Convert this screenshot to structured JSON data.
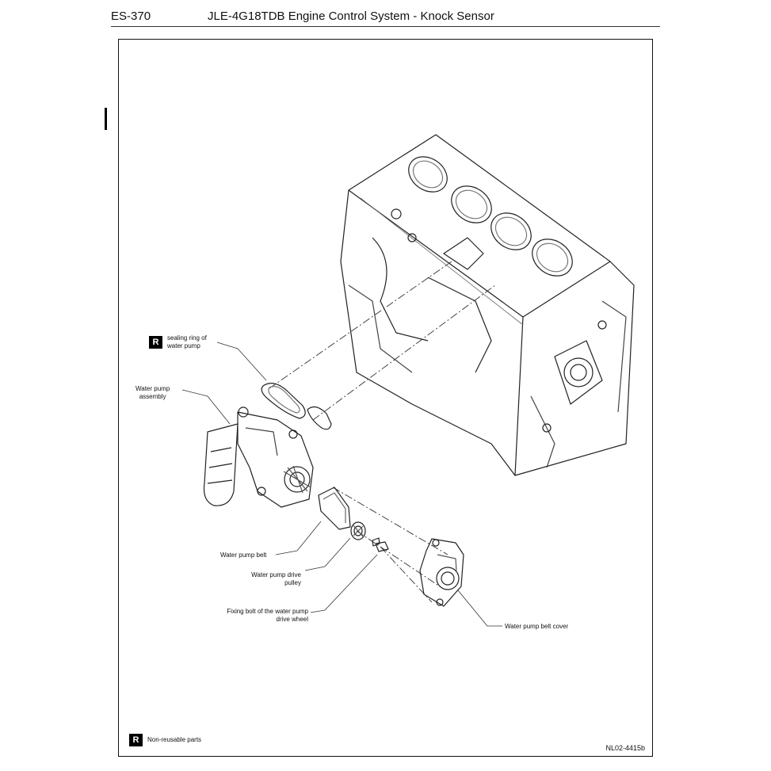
{
  "header": {
    "page_code": "ES-370",
    "title": "JLE-4G18TDB Engine Control System - Knock Sensor"
  },
  "figure": {
    "callouts": {
      "sealing_ring": "sealing ring of\nwater pump",
      "water_pump_assembly": "Water pump\nassembly",
      "belt": "Water pump belt",
      "drive_pulley": "Water pump drive\npulley",
      "fixing_bolt": "Fixing bolt of the water pump\ndrive wheel",
      "belt_cover": "Water pump belt cover"
    },
    "badge": "R",
    "legend": "Non-reusable parts",
    "figure_id": "NL02-4415b"
  }
}
